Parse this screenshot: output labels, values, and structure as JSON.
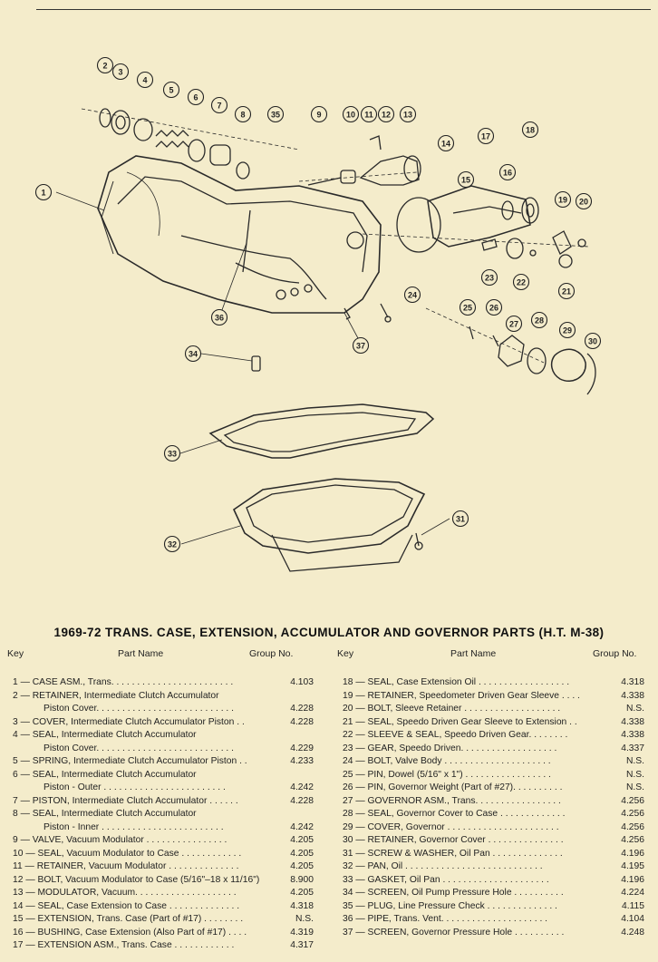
{
  "title": "1969-72 TRANS. CASE, EXTENSION, ACCUMULATOR AND GOVERNOR PARTS (H.T. M-38)",
  "headers": {
    "key": "Key",
    "part_name": "Part Name",
    "group_no": "Group No."
  },
  "callouts": [
    "1",
    "2",
    "3",
    "4",
    "5",
    "6",
    "7",
    "8",
    "9",
    "10",
    "11",
    "12",
    "13",
    "14",
    "15",
    "16",
    "17",
    "18",
    "19",
    "20",
    "21",
    "22",
    "23",
    "24",
    "25",
    "26",
    "27",
    "28",
    "29",
    "30",
    "31",
    "32",
    "33",
    "34",
    "35",
    "36",
    "37"
  ],
  "parts_left": [
    {
      "text": "1 — CASE ASM., Trans. . . . . . . . . . . . . . . . . . . . . . . .",
      "group": "4.103"
    },
    {
      "text": "2 — RETAINER, Intermediate Clutch Accumulator",
      "group": ""
    },
    {
      "text": "Piston Cover. . . . . . . . . . . . . . . . . . . . . . . . . . .",
      "group": "4.228",
      "sub": true
    },
    {
      "text": "3 — COVER, Intermediate Clutch Accumulator Piston . .",
      "group": "4.228"
    },
    {
      "text": "4 — SEAL, Intermediate Clutch Accumulator",
      "group": ""
    },
    {
      "text": "Piston Cover. . . . . . . . . . . . . . . . . . . . . . . . . . .",
      "group": "4.229",
      "sub": true
    },
    {
      "text": "5 — SPRING, Intermediate Clutch Accumulator Piston . .",
      "group": "4.233"
    },
    {
      "text": "6 — SEAL, Intermediate Clutch Accumulator",
      "group": ""
    },
    {
      "text": "Piston - Outer . . . . . . . . . . . . . . . . . . . . . . . .",
      "group": "4.242",
      "sub": true
    },
    {
      "text": "7 — PISTON, Intermediate Clutch Accumulator . . . . . .",
      "group": "4.228"
    },
    {
      "text": "8 — SEAL, Intermediate Clutch Accumulator",
      "group": ""
    },
    {
      "text": "Piston - Inner . . . . . . . . . . . . . . . . . . . . . . . .",
      "group": "4.242",
      "sub": true
    },
    {
      "text": "9 — VALVE, Vacuum Modulator . . . . . . . . . . . . . . . .",
      "group": "4.205"
    },
    {
      "text": "10 — SEAL, Vacuum Modulator to Case . . . . . . . . . . . .",
      "group": "4.205"
    },
    {
      "text": "11 — RETAINER, Vacuum Modulator . . . . . . . . . . . . . .",
      "group": "4.205"
    },
    {
      "text": "12 — BOLT, Vacuum Modulator to Case (5/16\"–18 x 11/16\")",
      "group": "8.900"
    },
    {
      "text": "13 — MODULATOR, Vacuum. . . . . . . . . . . . . . . . . . . .",
      "group": "4.205"
    },
    {
      "text": "14 — SEAL, Case Extension to Case . . . . . . . . . . . . . .",
      "group": "4.318"
    },
    {
      "text": "15 — EXTENSION, Trans. Case (Part of #17) . . . . . . . .",
      "group": "N.S."
    },
    {
      "text": "16 — BUSHING, Case Extension (Also Part of #17) . . . .",
      "group": "4.319"
    },
    {
      "text": "17 — EXTENSION ASM., Trans. Case . . . . . . . . . . . .",
      "group": "4.317"
    }
  ],
  "parts_right": [
    {
      "text": "18 — SEAL, Case Extension Oil . . . . . . . . . . . . . . . . . .",
      "group": "4.318"
    },
    {
      "text": "19 — RETAINER, Speedometer Driven Gear Sleeve . . . .",
      "group": "4.338"
    },
    {
      "text": "20 — BOLT, Sleeve Retainer . . . . . . . . . . . . . . . . . . .",
      "group": "N.S."
    },
    {
      "text": "21 — SEAL, Speedo Driven Gear Sleeve to Extension . .",
      "group": "4.338"
    },
    {
      "text": "22 — SLEEVE & SEAL, Speedo Driven Gear. . . . . . . .",
      "group": "4.338"
    },
    {
      "text": "23 — GEAR, Speedo Driven. . . . . . . . . . . . . . . . . . .",
      "group": "4.337"
    },
    {
      "text": "24 — BOLT, Valve Body . . . . . . . . . . . . . . . . . . . . .",
      "group": "N.S."
    },
    {
      "text": "25 — PIN, Dowel (5/16\" x 1\") . . . . . . . . . . . . . . . . .",
      "group": "N.S."
    },
    {
      "text": "26 — PIN, Governor Weight (Part of #27). . . . . . . . . .",
      "group": "N.S."
    },
    {
      "text": "27 — GOVERNOR ASM., Trans. . . . . . . . . . . . . . . . .",
      "group": "4.256"
    },
    {
      "text": "28 — SEAL, Governor Cover to Case . . . . . . . . . . . . .",
      "group": "4.256"
    },
    {
      "text": "29 — COVER, Governor . . . . . . . . . . . . . . . . . . . . . .",
      "group": "4.256"
    },
    {
      "text": "30 — RETAINER, Governor Cover . . . . . . . . . . . . . . .",
      "group": "4.256"
    },
    {
      "text": "31 — SCREW & WASHER, Oil Pan . . . . . . . . . . . . . .",
      "group": "4.196"
    },
    {
      "text": "32 — PAN, Oil . . . . . . . . . . . . . . . . . . . . . . . . . . .",
      "group": "4.195"
    },
    {
      "text": "33 — GASKET, Oil Pan . . . . . . . . . . . . . . . . . . . . .",
      "group": "4.196"
    },
    {
      "text": "34 — SCREEN, Oil Pump Pressure Hole . . . . . . . . . .",
      "group": "4.224"
    },
    {
      "text": "35 — PLUG, Line Pressure Check . . . . . . . . . . . . . .",
      "group": "4.115"
    },
    {
      "text": "36 — PIPE, Trans. Vent. . . . . . . . . . . . . . . . . . . . .",
      "group": "4.104"
    },
    {
      "text": "37 — SCREEN, Governor Pressure Hole . . . . . . . . . .",
      "group": "4.248"
    }
  ]
}
